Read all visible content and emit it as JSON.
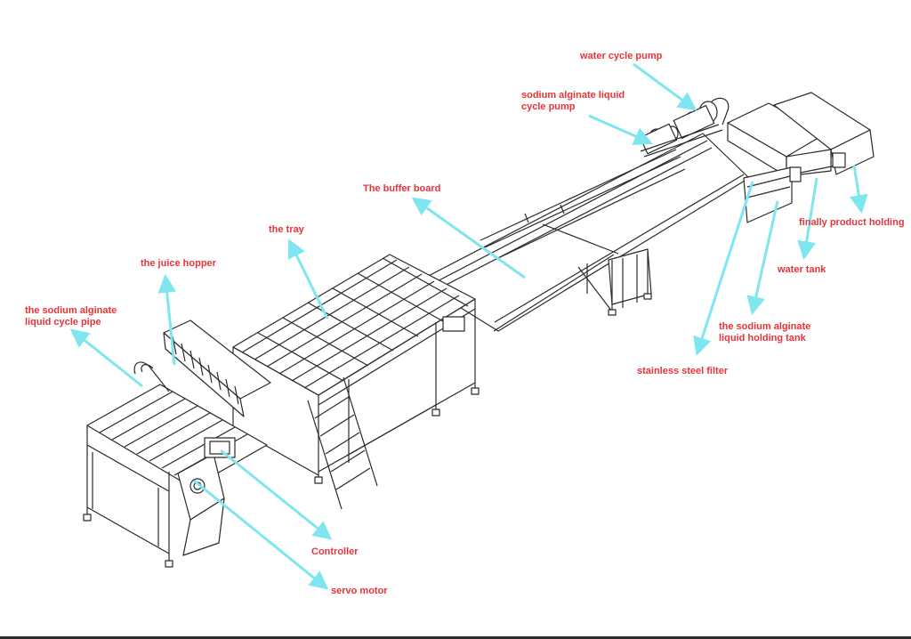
{
  "colors": {
    "label": "#e8333a",
    "arrow": "#7fe6ef",
    "line": "#2a2a2a"
  },
  "labels": {
    "water_cycle_pump": "water cycle pump",
    "sodium_pump_1": "sodium alginate liquid",
    "sodium_pump_2": "cycle pump",
    "buffer_board": "The buffer board",
    "tray": "the tray",
    "juice_hopper": "the juice hopper",
    "cycle_pipe_1": "the sodium alginate",
    "cycle_pipe_2": "liquid cycle pipe",
    "finally_product": "finally product holding",
    "water_tank": "water tank",
    "holding_tank_1": "the sodium alginate",
    "holding_tank_2": "liquid holding tank",
    "filter": "stainless steel filter",
    "controller": "Controller",
    "servo_motor": "servo motor"
  }
}
